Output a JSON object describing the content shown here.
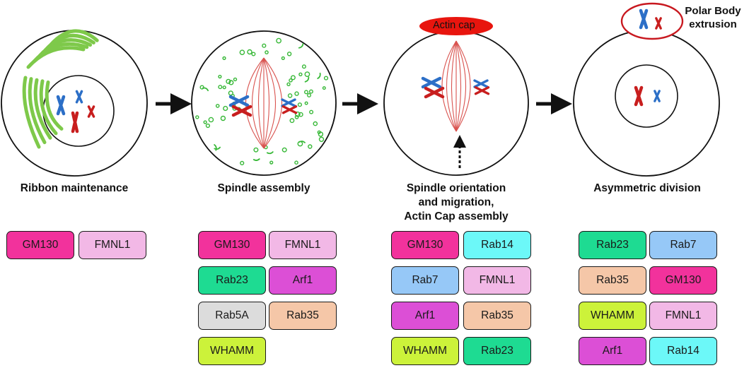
{
  "stages": [
    {
      "label_lines": [
        "Ribbon maintenance"
      ],
      "proteins": [
        {
          "name": "GM130",
          "color": "#f2329c"
        },
        {
          "name": "FMNL1",
          "color": "#f2b8e6"
        }
      ]
    },
    {
      "label_lines": [
        "Spindle assembly"
      ],
      "proteins": [
        {
          "name": "GM130",
          "color": "#f2329c"
        },
        {
          "name": "FMNL1",
          "color": "#f2b8e6"
        },
        {
          "name": "Rab23",
          "color": "#1edb92"
        },
        {
          "name": "Arf1",
          "color": "#dc4fd6"
        },
        {
          "name": "Rab5A",
          "color": "#dcdcdc"
        },
        {
          "name": "Rab35",
          "color": "#f5c7a8"
        },
        {
          "name": "WHAMM",
          "color": "#ccf23a"
        }
      ]
    },
    {
      "label_lines": [
        "Spindle orientation",
        "and migration,",
        "Actin Cap assembly"
      ],
      "proteins": [
        {
          "name": "GM130",
          "color": "#f2329c"
        },
        {
          "name": "Rab14",
          "color": "#6cf8f8"
        },
        {
          "name": "Rab7",
          "color": "#96c8f7"
        },
        {
          "name": "FMNL1",
          "color": "#f2b8e6"
        },
        {
          "name": "Arf1",
          "color": "#dc4fd6"
        },
        {
          "name": "Rab35",
          "color": "#f5c7a8"
        },
        {
          "name": "WHAMM",
          "color": "#ccf23a"
        },
        {
          "name": "Rab23",
          "color": "#1edb92"
        }
      ]
    },
    {
      "label_lines": [
        "Asymmetric division"
      ],
      "proteins": [
        {
          "name": "Rab23",
          "color": "#1edb92"
        },
        {
          "name": "Rab7",
          "color": "#96c8f7"
        },
        {
          "name": "Rab35",
          "color": "#f5c7a8"
        },
        {
          "name": "GM130",
          "color": "#f2329c"
        },
        {
          "name": "WHAMM",
          "color": "#ccf23a"
        },
        {
          "name": "FMNL1",
          "color": "#f2b8e6"
        },
        {
          "name": "Arf1",
          "color": "#dc4fd6"
        },
        {
          "name": "Rab14",
          "color": "#6cf8f8"
        }
      ]
    }
  ],
  "actin_cap": {
    "label": "Actin cap",
    "color": "#e8150e"
  },
  "polar_body": {
    "label_lines": [
      "Polar Body",
      "extrusion"
    ],
    "ring_color": "#c8181f"
  },
  "colors": {
    "golgi": "#7ec94a",
    "chromosome_blue": "#2c6fc7",
    "chromosome_red": "#c81e1e",
    "spindle": "#d9534f",
    "vesicle": "#37b837"
  }
}
